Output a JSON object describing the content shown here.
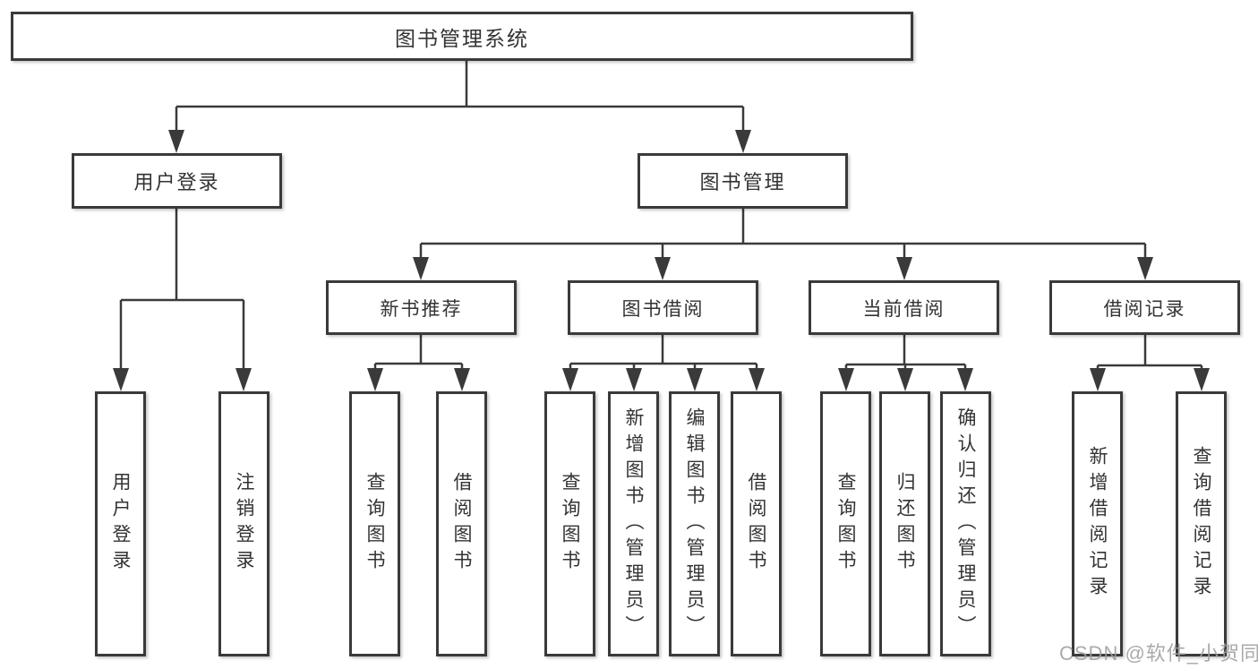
{
  "diagram": {
    "root": {
      "label": "图书管理系统"
    },
    "branches": [
      {
        "label": "用户登录",
        "children": [
          {
            "label": "用户登录"
          },
          {
            "label": "注销登录"
          }
        ]
      },
      {
        "label": "图书管理",
        "groups": [
          {
            "label": "新书推荐",
            "children": [
              {
                "label": "查询图书"
              },
              {
                "label": "借阅图书"
              }
            ]
          },
          {
            "label": "图书借阅",
            "children": [
              {
                "label": "查询图书"
              },
              {
                "label": "新增图书（管理员）"
              },
              {
                "label": "编辑图书（管理员）"
              },
              {
                "label": "借阅图书"
              }
            ]
          },
          {
            "label": "当前借阅",
            "children": [
              {
                "label": "查询图书"
              },
              {
                "label": "归还图书"
              },
              {
                "label": "确认归还（管理员）"
              }
            ]
          },
          {
            "label": "借阅记录",
            "children": [
              {
                "label": "新增借阅记录"
              },
              {
                "label": "查询借阅记录"
              }
            ]
          }
        ]
      }
    ]
  },
  "watermark": {
    "text": "CSDN @软件_小贺同学"
  },
  "colors": {
    "line": "#3a3a3a",
    "text": "#333333",
    "watermark": "#9e9e9e",
    "background": "#ffffff"
  }
}
